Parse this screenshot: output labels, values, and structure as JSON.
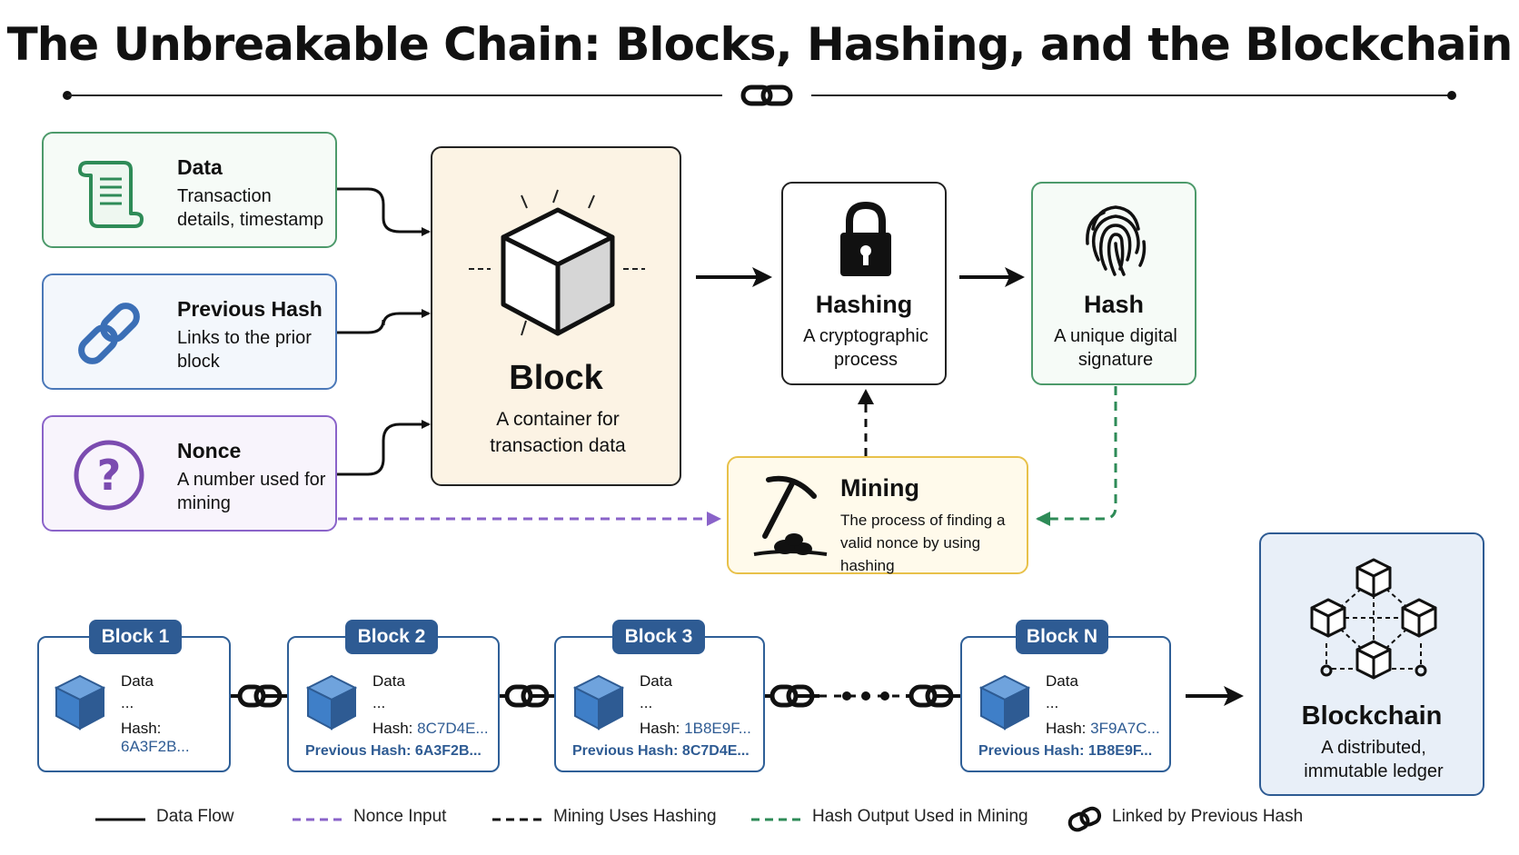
{
  "title": "The Unbreakable Chain: Blocks, Hashing, and the Blockchain",
  "inputs": [
    {
      "title": "Data",
      "desc": "Transaction details, timestamp",
      "icon": "scroll-icon",
      "color": "#2e8b57"
    },
    {
      "title": "Previous Hash",
      "desc": "Links to the prior block",
      "icon": "link-icon",
      "color": "#3b6fb6"
    },
    {
      "title": "Nonce",
      "desc": "A number used for mining",
      "icon": "question-icon",
      "color": "#7b4bb0"
    }
  ],
  "block": {
    "title": "Block",
    "desc": "A container for transaction data"
  },
  "hashing": {
    "title": "Hashing",
    "desc": "A cryptographic process"
  },
  "hash": {
    "title": "Hash",
    "desc": "A unique digital signature"
  },
  "mining": {
    "title": "Mining",
    "desc": "The process of finding a valid nonce by using hashing"
  },
  "chain": [
    {
      "label": "Block 1",
      "data": "Data",
      "dots": "...",
      "hash_label": "Hash:",
      "hash": "6A3F2B...",
      "prev": ""
    },
    {
      "label": "Block 2",
      "data": "Data",
      "dots": "...",
      "hash_label": "Hash:",
      "hash": "8C7D4E...",
      "prev": "Previous Hash: 6A3F2B..."
    },
    {
      "label": "Block 3",
      "data": "Data",
      "dots": "...",
      "hash_label": "Hash:",
      "hash": "1B8E9F...",
      "prev": "Previous Hash: 8C7D4E..."
    },
    {
      "label": "Block N",
      "data": "Data",
      "dots": "...",
      "hash_label": "Hash:",
      "hash": "3F9A7C...",
      "prev": "Previous Hash: 1B8E9F..."
    }
  ],
  "blockchain": {
    "title": "Blockchain",
    "desc": "A distributed, immutable ledger"
  },
  "legend": [
    {
      "label": "Data Flow",
      "style": "solid",
      "color": "#111111"
    },
    {
      "label": "Nonce Input",
      "style": "dashed",
      "color": "#8a63c9"
    },
    {
      "label": "Mining Uses Hashing",
      "style": "dashed",
      "color": "#111111"
    },
    {
      "label": "Hash Output Used in Mining",
      "style": "dashed",
      "color": "#2e8b57"
    },
    {
      "label": "Linked by Previous Hash",
      "style": "link-icon",
      "color": "#111111"
    }
  ]
}
